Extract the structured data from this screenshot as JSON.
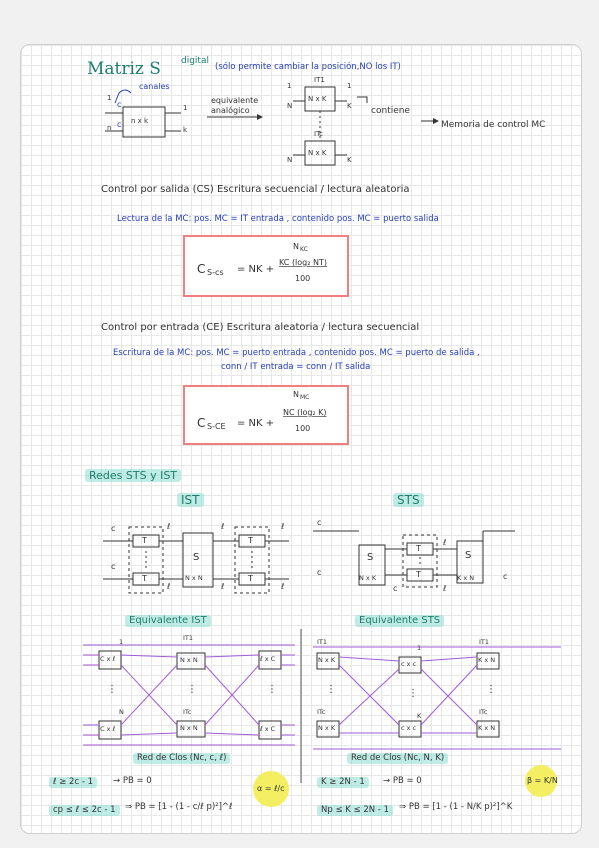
{
  "header": {
    "title": "Matriz S",
    "title_tag": "digital",
    "note": "(sólo permite cambiar la posición,NO los IT)",
    "canales": "canales",
    "equiv": "equivalente",
    "analogico": "analógico",
    "contiene": "contiene",
    "memoria": "Memoria de control MC",
    "label_1a": "1",
    "label_n": "n",
    "label_c1": "c",
    "label_c2": "c",
    "label_nxk": "n x k",
    "label_1b": "1",
    "label_k": "k",
    "label_it1": "IT1",
    "label_itc": "ITc",
    "label_NxK1": "N x K",
    "label_NxK2": "N x K",
    "label_N1": "N",
    "label_N2": "N",
    "label_K1": "K",
    "label_K2": "K",
    "label_11": "1",
    "label_12": "1"
  },
  "control_salida": {
    "heading": "Control por salida (CS) Escritura secuencial / lectura aleatoria",
    "lectura": "Lectura de la MC: pos. MC = IT entrada , contenido pos. MC = puerto salida",
    "formula_lhs": "C",
    "formula_sub": "S-cs",
    "formula_rest": "= NK +",
    "num_top": "N",
    "num_top_sub": "KC",
    "num_mid": "KC (log₂ NT)",
    "den": "100"
  },
  "control_entrada": {
    "heading": "Control por entrada (CE) Escritura aleatoria / lectura secuencial",
    "escritura": "Escritura de la MC: pos. MC = puerto entrada , contenido pos. MC = puerto de salida ,",
    "escritura2": "conn / IT entrada = conn / IT salida",
    "formula_lhs": "C",
    "formula_sub": "S-CE",
    "formula_rest": "= NK +",
    "num_top": "N",
    "num_top_sub": "MC",
    "num_mid": "NC (log₂ K)",
    "den": "100"
  },
  "redes": {
    "heading": "Redes STS y IST",
    "ist": "IST",
    "sts": "STS",
    "eq_ist": "Equivalente IST",
    "eq_sts": "Equivalente STS",
    "ist_labels": {
      "c1": "c",
      "c2": "c",
      "l1": "ℓ",
      "l2": "ℓ",
      "l3": "ℓ",
      "l4": "ℓ",
      "l5": "ℓ",
      "l6": "ℓ",
      "t1": "T",
      "t2": "T",
      "t3": "T",
      "t4": "T",
      "s": "S",
      "nxn": "N x N",
      "dots": "⋮"
    },
    "sts_labels": {
      "c1": "c",
      "c2": "c",
      "c3": "c",
      "c4": "c",
      "l1": "ℓ",
      "l2": "ℓ",
      "t1": "T",
      "t2": "T",
      "s1": "S",
      "s2": "S",
      "nxk": "N x K",
      "kxn": "K x N"
    },
    "clos_ist": {
      "left_top": "C x ℓ",
      "left_bot": "C x ℓ",
      "mid_top": "N x N",
      "mid_bot": "N x N",
      "right_top": "ℓ x C",
      "right_bot": "ℓ x C",
      "it1": "IT1",
      "itc": "ITc",
      "n1": "1",
      "n2": "N",
      "dots": "⋮",
      "caption": "Red de Clos (Nc, c, ℓ)"
    },
    "clos_sts": {
      "left_top": "N x K",
      "left_bot": "N x K",
      "mid_top": "c x c",
      "mid_bot": "c x c",
      "right_top": "K x N",
      "right_bot": "K x N",
      "it1a": "IT1",
      "itca": "ITc",
      "it1b": "IT1",
      "itcb": "ITc",
      "k1": "1",
      "k2": "K",
      "dots": "⋮",
      "caption": "Red de Clos (Nc, N, K)"
    }
  },
  "bottom": {
    "ist_line1_l": "ℓ ≥ 2c - 1",
    "ist_line1_r": "→ PB = 0",
    "ist_line2_l": "cp ≤ ℓ ≤ 2c - 1",
    "ist_line2_r": "⇒ PB = [1 - (1 - c/ℓ p)²]^ℓ",
    "alpha": "α = ℓ/c",
    "sts_line1_l": "K ≥ 2N - 1",
    "sts_line1_r": "→ PB = 0",
    "sts_line2_l": "Np ≤ K ≤ 2N - 1",
    "sts_line2_r": "⇒ PB = [1 - (1 - N/K p)²]^K",
    "beta": "β = K/N"
  }
}
